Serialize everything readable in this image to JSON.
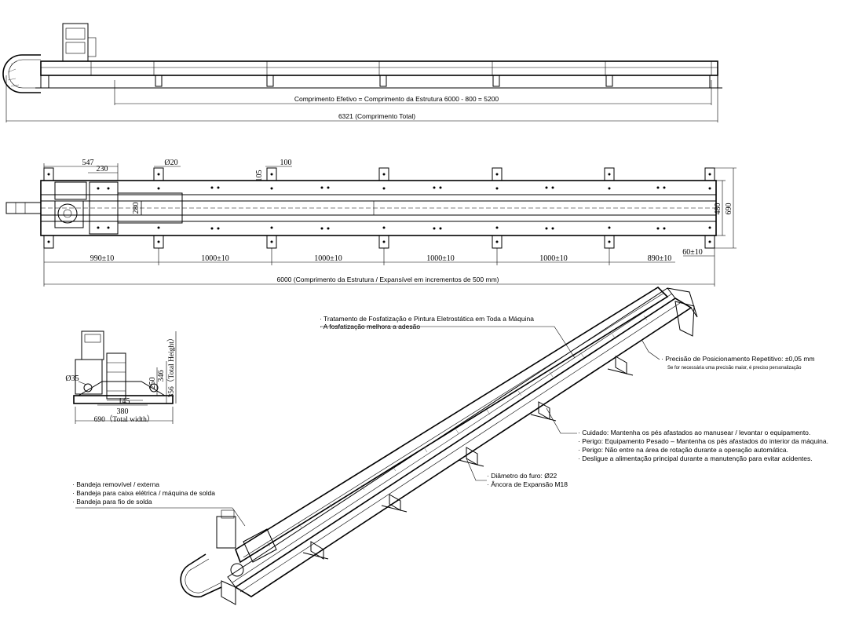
{
  "top_view": {
    "effective_length_label": "Comprimento Efetivo = Comprimento da Estrutura 6000 - 800 = 5200",
    "total_length_label": "6321 (Comprimento Total)"
  },
  "plan_view": {
    "dim_547": "547",
    "dim_230": "230",
    "dim_d20": "Ø20",
    "dim_105": "105",
    "dim_100": "100",
    "dim_280": "280",
    "dim_480": "480",
    "dim_690": "690",
    "spacing_labels": [
      "990±10",
      "1000±10",
      "1000±10",
      "1000±10",
      "1000±10",
      "890±10"
    ],
    "dim_60": "60±10",
    "structure_length_label": "6000 (Comprimento da Estrutura / Expansível em incrementos de 500 mm)"
  },
  "end_view": {
    "dim_d35": "Ø35",
    "dim_250": "250",
    "dim_346": "346",
    "dim_356": "356（Total Height）",
    "dim_145": "145",
    "dim_380": "380",
    "dim_690_width": "690（Total width）"
  },
  "annotations": {
    "coating": [
      "· Tratamento de Fosfatização e Pintura Eletrostática em Toda a Máquina",
      "· A fosfatização melhora a adesão"
    ],
    "precision": "· Precisão de Posicionamento Repetitivo: ±0,05 mm",
    "precision_note": "Se for necessária uma precisão maior, é preciso personalização",
    "warnings": [
      "· Cuidado: Mantenha os pés afastados ao manusear / levantar o equipamento.",
      "· Perigo: Equipamento Pesado – Mantenha os pés afastados do interior da máquina.",
      "· Perigo: Não entre na área de rotação durante a operação automática.",
      "· Desligue a alimentação principal durante a manutenção para evitar acidentes."
    ],
    "anchor": [
      "· Diâmetro do furo: Ø22",
      "· Âncora de Expansão M18"
    ],
    "trays": [
      "· Bandeja removível / externa",
      "· Bandeja para caixa elétrica / máquina de solda",
      "· Bandeja para fio de solda"
    ]
  }
}
